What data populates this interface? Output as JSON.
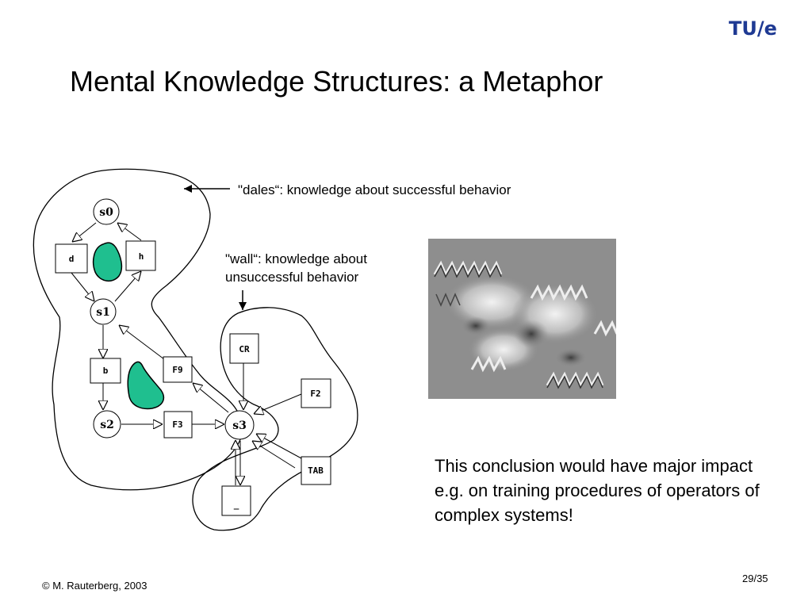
{
  "logo": {
    "text": "TU/e"
  },
  "title": "Mental Knowledge Structures: a Metaphor",
  "dales_label": "\"dales“: knowledge about successful behavior",
  "wall_label": [
    "\"wall“: knowledge about",
    "unsuccessful behavior"
  ],
  "diagram": {
    "states": [
      "s0",
      "s1",
      "s2",
      "s3"
    ],
    "keys": [
      "d",
      "h",
      "b",
      "F9",
      "F3",
      "CR",
      "F2",
      "TAB",
      "_"
    ]
  },
  "conclusion": "This conclusion would have major impact e.g. on training procedures of operators of complex systems!",
  "footer": {
    "copyright": "© M. Rauterberg, 2003",
    "page": "29/35"
  },
  "colors": {
    "logo": "#1f3a93",
    "blob": "#1fbf8f",
    "surface": "#8c8c8c"
  }
}
